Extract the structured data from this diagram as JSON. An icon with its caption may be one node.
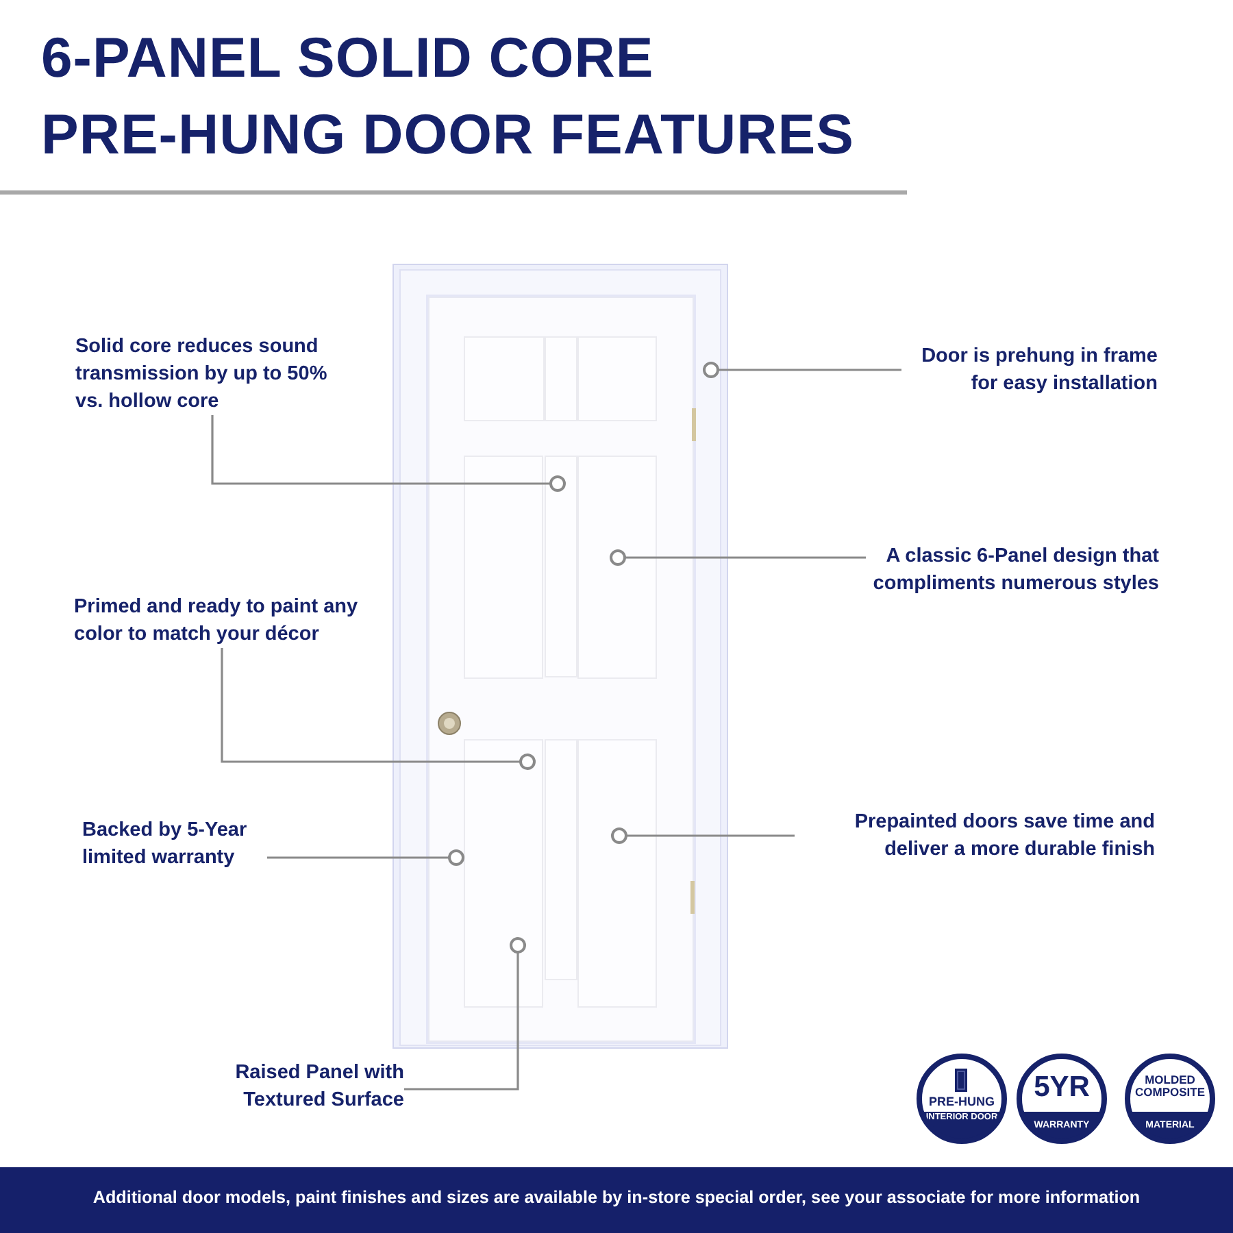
{
  "diagram": {
    "title": "6-PANEL SOLID CORE PRE-HUNG DOOR FEATURES",
    "nodes": [
      {
        "text": [
          "Solid core reduces sound transmission by up to 50% vs. hollow core"
        ]
      },
      {
        "text": [
          "Door is prehung in frame for easy installation"
        ]
      },
      {
        "text": [
          "A classic 6-Panel design that compliments numerous styles"
        ]
      },
      {
        "text": [
          "Primed and ready to paint any color to match your décor"
        ]
      },
      {
        "text": [
          "Prepainted doors save time and deliver a more durable finish"
        ]
      },
      {
        "text": [
          "Backed by 5-Year limited warranty"
        ]
      },
      {
        "text": [
          "Raised Panel with Textured Surface"
        ]
      },
      {
        "text": [
          "PRE-HUNG",
          "INTERIOR DOOR"
        ]
      },
      {
        "text": [
          "5YR",
          "WARRANTY"
        ]
      },
      {
        "text": [
          "MOLDED COMPOSITE",
          "MATERIAL"
        ]
      }
    ],
    "edges": [
      {
        "from": 0,
        "to": null,
        "arrow": "other"
      },
      {
        "from": 1,
        "to": null,
        "arrow": "other"
      },
      {
        "from": 2,
        "to": null,
        "arrow": "other"
      },
      {
        "from": 3,
        "to": null,
        "arrow": "other"
      },
      {
        "from": 4,
        "to": null,
        "arrow": "other"
      },
      {
        "from": 5,
        "to": null,
        "arrow": "other"
      },
      {
        "from": 6,
        "to": null,
        "arrow": "other"
      }
    ],
    "caption": "Additional door models, paint finishes and sizes are available by in-store special order, see your associate for more information"
  }
}
